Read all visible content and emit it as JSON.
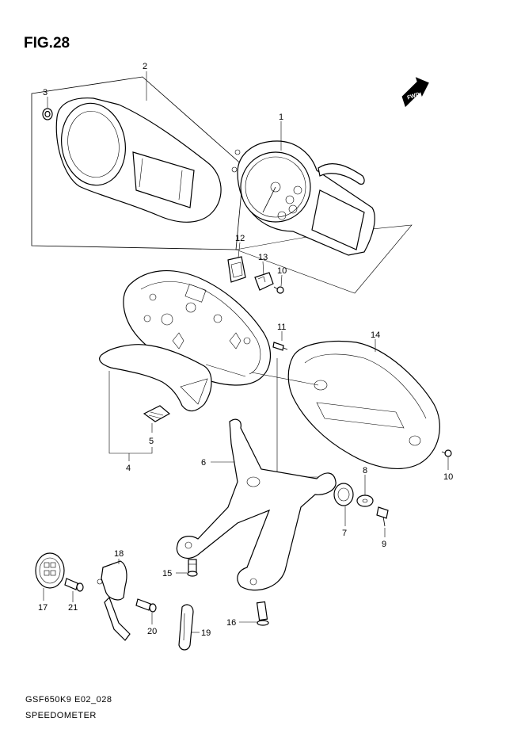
{
  "figure": {
    "title": "FIG.28",
    "code": "GSF650K9 E02_028",
    "name": "SPEEDOMETER",
    "fwd": "FWD"
  },
  "labels": {
    "p1": "1",
    "p2": "2",
    "p3": "3",
    "p4": "4",
    "p5": "5",
    "p6": "6",
    "p7": "7",
    "p8": "8",
    "p9": "9",
    "p10a": "10",
    "p10b": "10",
    "p11": "11",
    "p12": "12",
    "p13": "13",
    "p14": "14",
    "p15": "15",
    "p16": "16",
    "p17": "17",
    "p18": "18",
    "p19": "19",
    "p20": "20",
    "p21": "21"
  }
}
